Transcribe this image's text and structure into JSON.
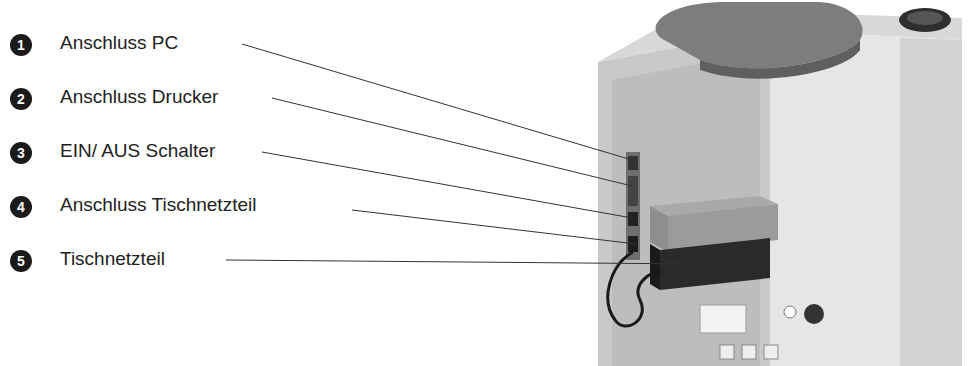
{
  "diagram": {
    "labels": [
      "1",
      "Anschluss PC",
      "2",
      "Anschluss Drucker",
      "3",
      "EIN/ AUS Schalter",
      "4",
      "Anschluss Tischnetzteil",
      "5",
      "Tischnetzteil"
    ]
  }
}
